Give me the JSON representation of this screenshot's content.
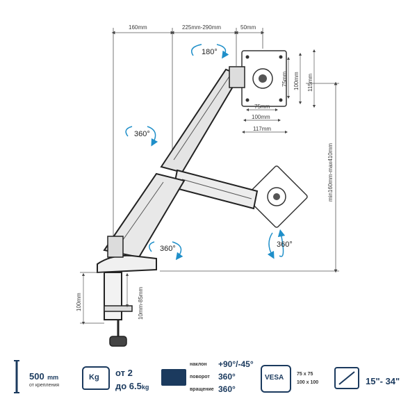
{
  "dimensions": {
    "arm_reach": "160mm",
    "extension": "225mm-290mm",
    "offset": "50mm",
    "vesa_w75": "75mm",
    "vesa_w100": "100mm",
    "vesa_w117": "117mm",
    "vesa_h75": "75mm",
    "vesa_h100": "100mm",
    "vesa_h115": "115mm",
    "height_range": "min160mm-max410mm",
    "clamp_height": "100mm",
    "clamp_thickness": "10mm-85mm"
  },
  "rotations": {
    "top": "180°",
    "left": "360°",
    "base": "360°",
    "screen": "360°"
  },
  "specs": {
    "reach_value": "500",
    "reach_unit": "mm",
    "reach_caption": "от крепления",
    "kg_label": "Kg",
    "weight_from": "от 2",
    "weight_to": "до 6.5",
    "weight_unit": "kg",
    "tilt_label": "наклон",
    "tilt_value": "+90°/-45°",
    "swivel_label": "поворот",
    "swivel_value": "360°",
    "rotate_label": "вращение",
    "rotate_value": "360°",
    "vesa_label": "VESA",
    "vesa_sizes_1": "75 x 75",
    "vesa_sizes_2": "100 x 100",
    "screen_range": "15\"- 34\""
  },
  "colors": {
    "accent": "#1f8fc9",
    "dark_blue": "#1b3a5e",
    "dimension_line": "#4a4a4a",
    "arm": "#2b2b2b"
  }
}
